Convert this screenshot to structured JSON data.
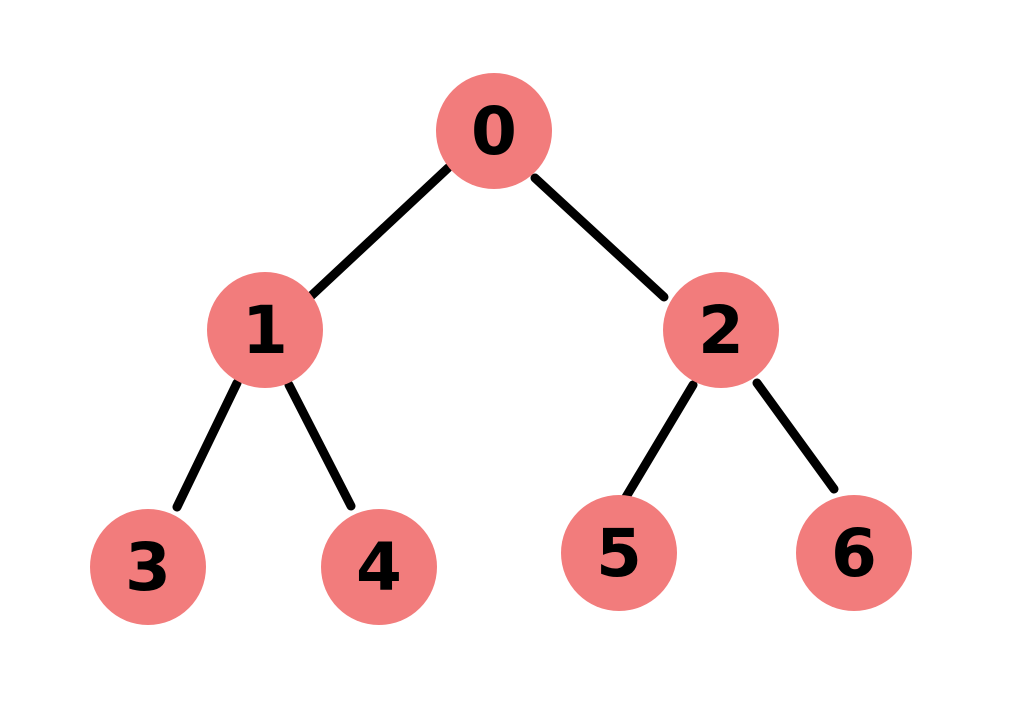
{
  "colors": {
    "node_fill": "#f27c7c",
    "edge_stroke": "#000000",
    "label_text": "#000000",
    "background": "#ffffff"
  },
  "tree": {
    "nodes": [
      {
        "id": "n0",
        "label": "0"
      },
      {
        "id": "n1",
        "label": "1"
      },
      {
        "id": "n2",
        "label": "2"
      },
      {
        "id": "n3",
        "label": "3"
      },
      {
        "id": "n4",
        "label": "4"
      },
      {
        "id": "n5",
        "label": "5"
      },
      {
        "id": "n6",
        "label": "6"
      }
    ],
    "edges": [
      {
        "from": "n0",
        "to": "n1"
      },
      {
        "from": "n0",
        "to": "n2"
      },
      {
        "from": "n1",
        "to": "n3"
      },
      {
        "from": "n1",
        "to": "n4"
      },
      {
        "from": "n2",
        "to": "n5"
      },
      {
        "from": "n2",
        "to": "n6"
      }
    ]
  }
}
